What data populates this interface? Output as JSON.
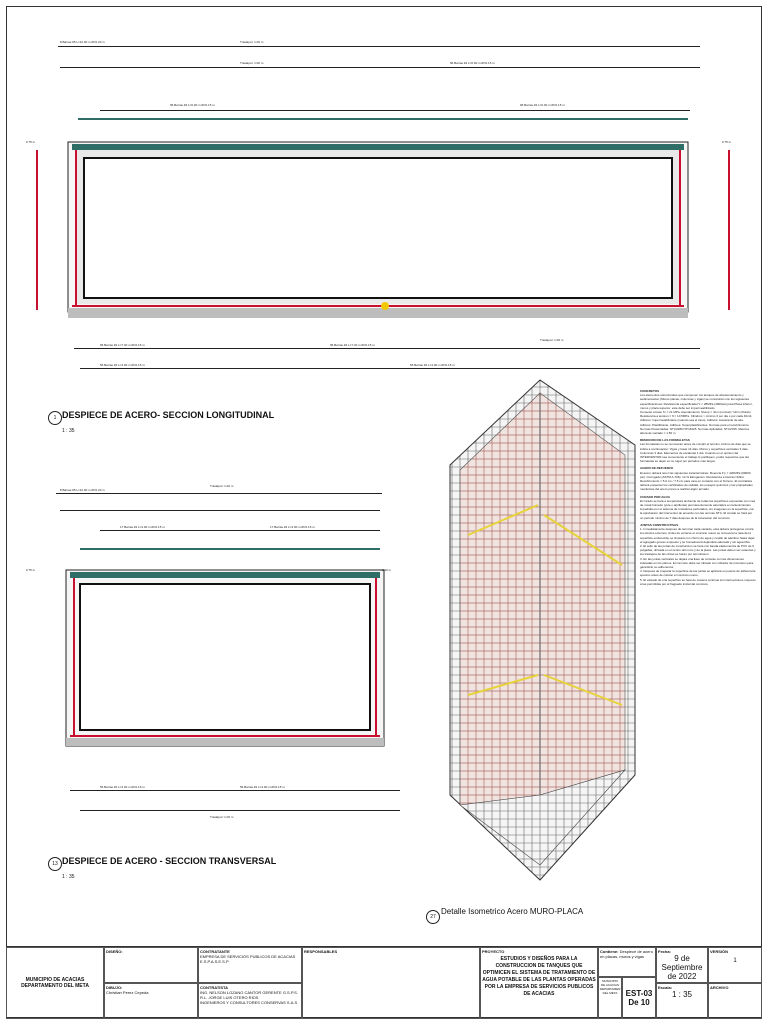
{
  "views": {
    "v1": {
      "title": "DESPIECE DE ACERO- SECCION LONGITUDINAL",
      "number": "1",
      "scale": "1 : 35"
    },
    "v13": {
      "title": "DESPIECE DE ACERO - SECCION TRANSVERSAL",
      "number": "13",
      "scale": "1 : 35"
    },
    "v27": {
      "title": "Detalle Isometrico Acero MURO-PLACA",
      "number": "27"
    }
  },
  "bar_labels": {
    "traslapo": "Traslapo= 1.00 m",
    "a": "8 Barras #5 L=12.00 m Ø=0.20 m",
    "b": "96 Barras #4 L=6.00 m Ø=0.15 m",
    "c": "56 Barras #4 L=4.00 m Ø=0.15 m",
    "d": "96 Barras #4 L=7.40 m Ø=0.15 m",
    "e": "17 Barras #4 L=4.00 m Ø=0.15 m",
    "dim1": "0.75 m",
    "dim2": "0.20 m"
  },
  "notes": {
    "h1": "CONCRETOS",
    "p1": "Los elementos estructurales que componen los tanques de almacenamiento y sedimentacion (Muros placas, columnas y vigas) se construiran con los siguientes especificaciones: Resistencia especificada f'c = 28MPa (4000psi) para Placa inferior, muros y placa superior, este debe ser impermeabilizado.",
    "p2": "Cemento a base f'c = 21 MPa. Asentamiento: Slump = 4cm (normal) / 12cm (fluido). Resistencia a tension = ft = 10.5MPa. Cilindros > minimo 3 por dia o por cada 40m3. Aditivos: Impermeabilizante (cuando sea el caso). Aditivos: Acelerante de aire. Aditivos: Plastificante. Aditivos: Superplastificantes. Normas para el recubrimiento. Normas Presentadas: NTC2289 NTC4025. Normas Aplicadas: NTC2015. Maxima altura de vaciado = 1.50 m",
    "h2": "REMOCION DE LAS FORMALETAS",
    "p3": "Las formaletas no se removeran antes de cumplir el termino minimo de dias que se indica a continuacion: Vigas y losas 14 dias. Muros y superficies verticales 3 dias. Columnas 3 dias. Elementos de escaleras 1 dia. Cuando en el opinion del INTERVENTOR sea conveniente el trabajo lo justifiquen, podra requerirse que las formaletas se dejen en su lugar por periodos mas largos.",
    "h3": "ACERO DE REFUERZO",
    "p4": "El acero deberá tener las siguientes características: Fluencia F'y = 420MPa (60000 psi). Corrugado (ASTM A-706). 14 % Elongacion. Resistencia a traccion 60ksi. Recubrimiento = 5.0 cm / 7.5 cm para cara en contacto con el Terreno. El contratista deberá presentar los certificados de calidad, los ensayos químicos y las propiedades mecánicas del acero previo a realizar algún armado.",
    "h4": "CURADO POR AGUA",
    "p5": "El curado se hará a temperatura ambiente de todas las superficies expuestas con mas de noval humedo (yute o arpilleras) permanentemente saturados a mantenimientos impedidos por el sistema de rociadores perforados, sin imagenes en la superficie, con la aprobacion del interventor de acuerdo con las normas NTC. El curado se hará por un periodo minimo de 7 dias despues de la colocacion del concreto.",
    "h5": "JUNTAS CONSTRUCTIVAS",
    "p6": "1. Inmediatamente despues de terminar cada vaciado, esta debera protegerse contra los efectos externos. Antes de verterse el concreto nuevo se removera la nata de la superficie endurecida, se limpiara con chorro de agua y cepillo de alambre hasta dejar el agregado grueso expuesto y se humedecera dejandola saturada y sin agua libre.",
    "p7": "2. El sello de las juntas de construccion se hara con banda elastomerica de PVC de 9 pulgadas, ubicada en el centro del muro y de la placa. Las juntas deben ser estancas y los traslapos de las cintas se haran por termofusion.",
    "p8": "3. En las juntas verticales se dejara una llave de cortante con las dimensiones indicadas en los planos. El concreto debe ser vibrado con vibrador de inmersion para garantizar su adherencia.",
    "p9": "4. Despues de preparar la superficie de las juntas se aplicara un puente de adherencia epoxico antes de colocar el concreto nuevo.",
    "p10": "5. El vaciado de una superficie se hara de manera continua sin interrupciones mayores a las permitidas por el fraguado inicial del concreto."
  },
  "title_block": {
    "org1": "MUNICIPIO DE ACACIAS",
    "org2": "DEPARTAMENTO DEL META",
    "lbl_diseno": "DISEÑO:",
    "lbl_dibujo": "DIBUJO:",
    "lbl_contratante": "CONTRATANTE",
    "contratante": "EMPRESA DE SERVICIOS PUBLICOS DE ACACIAS E.S.P.A.S.E.S.P",
    "lbl_contratista": "CONTRATISTA",
    "contratista": "ING. NELSON LOZANO CANTOR GERENTE G.S.P.S.",
    "rep": "R.L. JORGE LUIS OTERO RIOS",
    "firma": "INGENIEROS Y CONSULTORES CONSERVAS S.A.S",
    "dibujante": "Christian Perez Cepeda",
    "lbl_responsables": "RESPONSABLES",
    "lbl_proyecto": "PROYECTO",
    "proyecto": "ESTUDIOS Y DISEÑOS PARA LA CONSTRUCCION DE TANQUES QUE OPTIMICEN EL SISTEMA DE TRATAMIENTO DE AGUA POTABLE DE LAS PLANTAS OPERADAS POR LA EMPRESA DE SERVICIOS PUBLICOS DE ACACIAS",
    "lbl_contiene": "Contiene:",
    "contiene": "Despiece de acero en placas, muros y vigas",
    "municipio": "MUNICIPIO DE ACACIAS DEPARTAMENTO DEL META",
    "plano": "EST-03 De 10",
    "lbl_fecha": "Fecha:",
    "fecha": "9 de Septiembre de 2022",
    "lbl_escala": "Escala:",
    "escala": "1 : 35",
    "lbl_version": "VERSIÓN",
    "version": "1",
    "lbl_archivo": "ARCHIVO"
  }
}
